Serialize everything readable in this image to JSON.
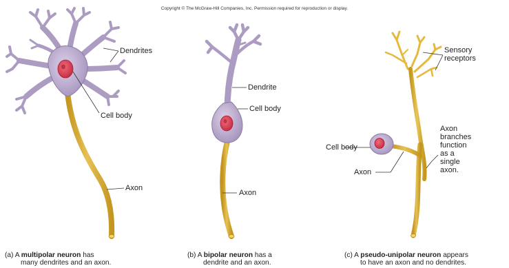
{
  "copyright": "Copyright © The McGraw-Hill Companies, Inc. Permission required for reproduction or display.",
  "colors": {
    "cell_body": "#b9a9c9",
    "cell_body_edge": "#8d7ba3",
    "nucleus": "#d94456",
    "axon": "#e6b83c",
    "axon_edge": "#b88a1a"
  },
  "panels": {
    "multipolar": {
      "labels": {
        "dendrites": "Dendrites",
        "cell_body": "Cell body",
        "axon": "Axon"
      },
      "caption": {
        "prefix": "(a)  A ",
        "bold": "multipolar neuron",
        "suffix": " has",
        "line2": "many dendrites and an axon."
      }
    },
    "bipolar": {
      "labels": {
        "dendrite": "Dendrite",
        "cell_body": "Cell body",
        "axon": "Axon"
      },
      "caption": {
        "prefix": "(b)  A ",
        "bold": "bipolar neuron",
        "suffix": " has a",
        "line2": "dendrite and an axon."
      }
    },
    "pseudo_unipolar": {
      "labels": {
        "sensory_line1": "Sensory",
        "sensory_line2": "receptors",
        "cell_body": "Cell body",
        "axon": "Axon",
        "branches_line1": "Axon",
        "branches_line2": "branches",
        "branches_line3": "function",
        "branches_line4": "as a",
        "branches_line5": "single",
        "branches_line6": "axon."
      },
      "caption": {
        "prefix": "(c)  A ",
        "bold": "pseudo-unipolar neuron",
        "suffix": " appears",
        "line2": "to have an axon and no dendrites."
      }
    }
  }
}
